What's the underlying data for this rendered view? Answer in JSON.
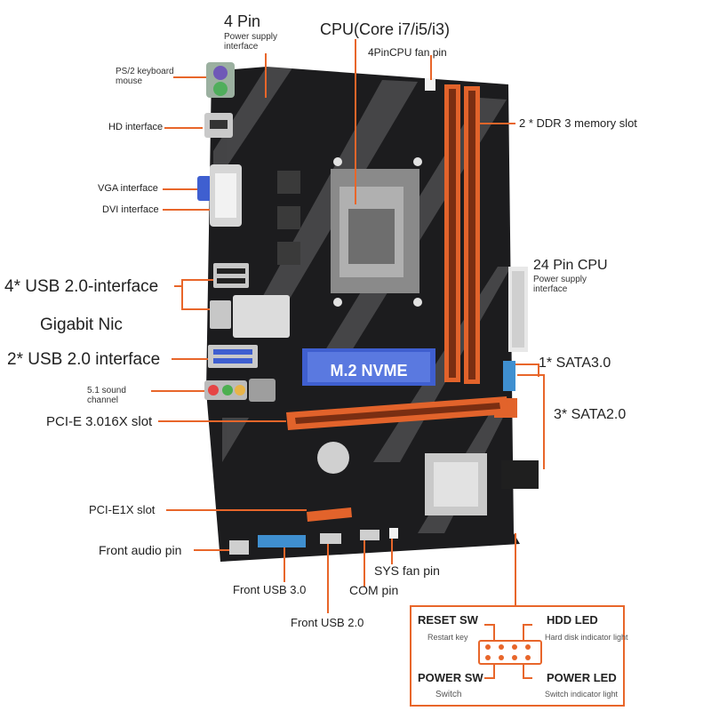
{
  "labels": {
    "four_pin": "4 Pin",
    "four_pin_sub": "Power supply interface",
    "cpu": "CPU(Core i7/i5/i3)",
    "cpu_fan": "4PinCPU fan pin",
    "ps2": "PS/2 keyboard mouse",
    "hd": "HD interface",
    "vga": "VGA interface",
    "dvi": "DVI interface",
    "ddr": "2 * DDR 3 memory slot",
    "usb4": "4* USB 2.0-interface",
    "gigabit": "Gigabit Nic",
    "usb2": "2* USB 2.0 interface",
    "sound": "5.1 sound channel",
    "pcie16": "PCI-E 3.016X slot",
    "pin24": "24 Pin CPU",
    "pin24_sub": "Power supply interface",
    "sata3": "1* SATA3.0",
    "sata2": "3* SATA2.0",
    "pcie1": "PCI-E1X slot",
    "front_audio": "Front audio pin",
    "front_usb3": "Front USB 3.0",
    "front_usb2": "Front USB 2.0",
    "com": "COM pin",
    "sys_fan": "SYS fan pin"
  },
  "board": {
    "m2_label": "M.2 NVME"
  },
  "panel": {
    "reset_sw": "RESET SW",
    "restart_key": "Restart key",
    "hdd_led": "HDD  LED",
    "hdd_sub": "Hard disk indicator light",
    "power_sw": "POWER SW",
    "switch": "Switch",
    "power_led": "POWER LED",
    "power_led_sub": "Switch indicator light"
  },
  "colors": {
    "accent": "#e8662a",
    "board": "#1c1c1e",
    "slot": "#e2632b",
    "m2": "#3f5fd0"
  }
}
